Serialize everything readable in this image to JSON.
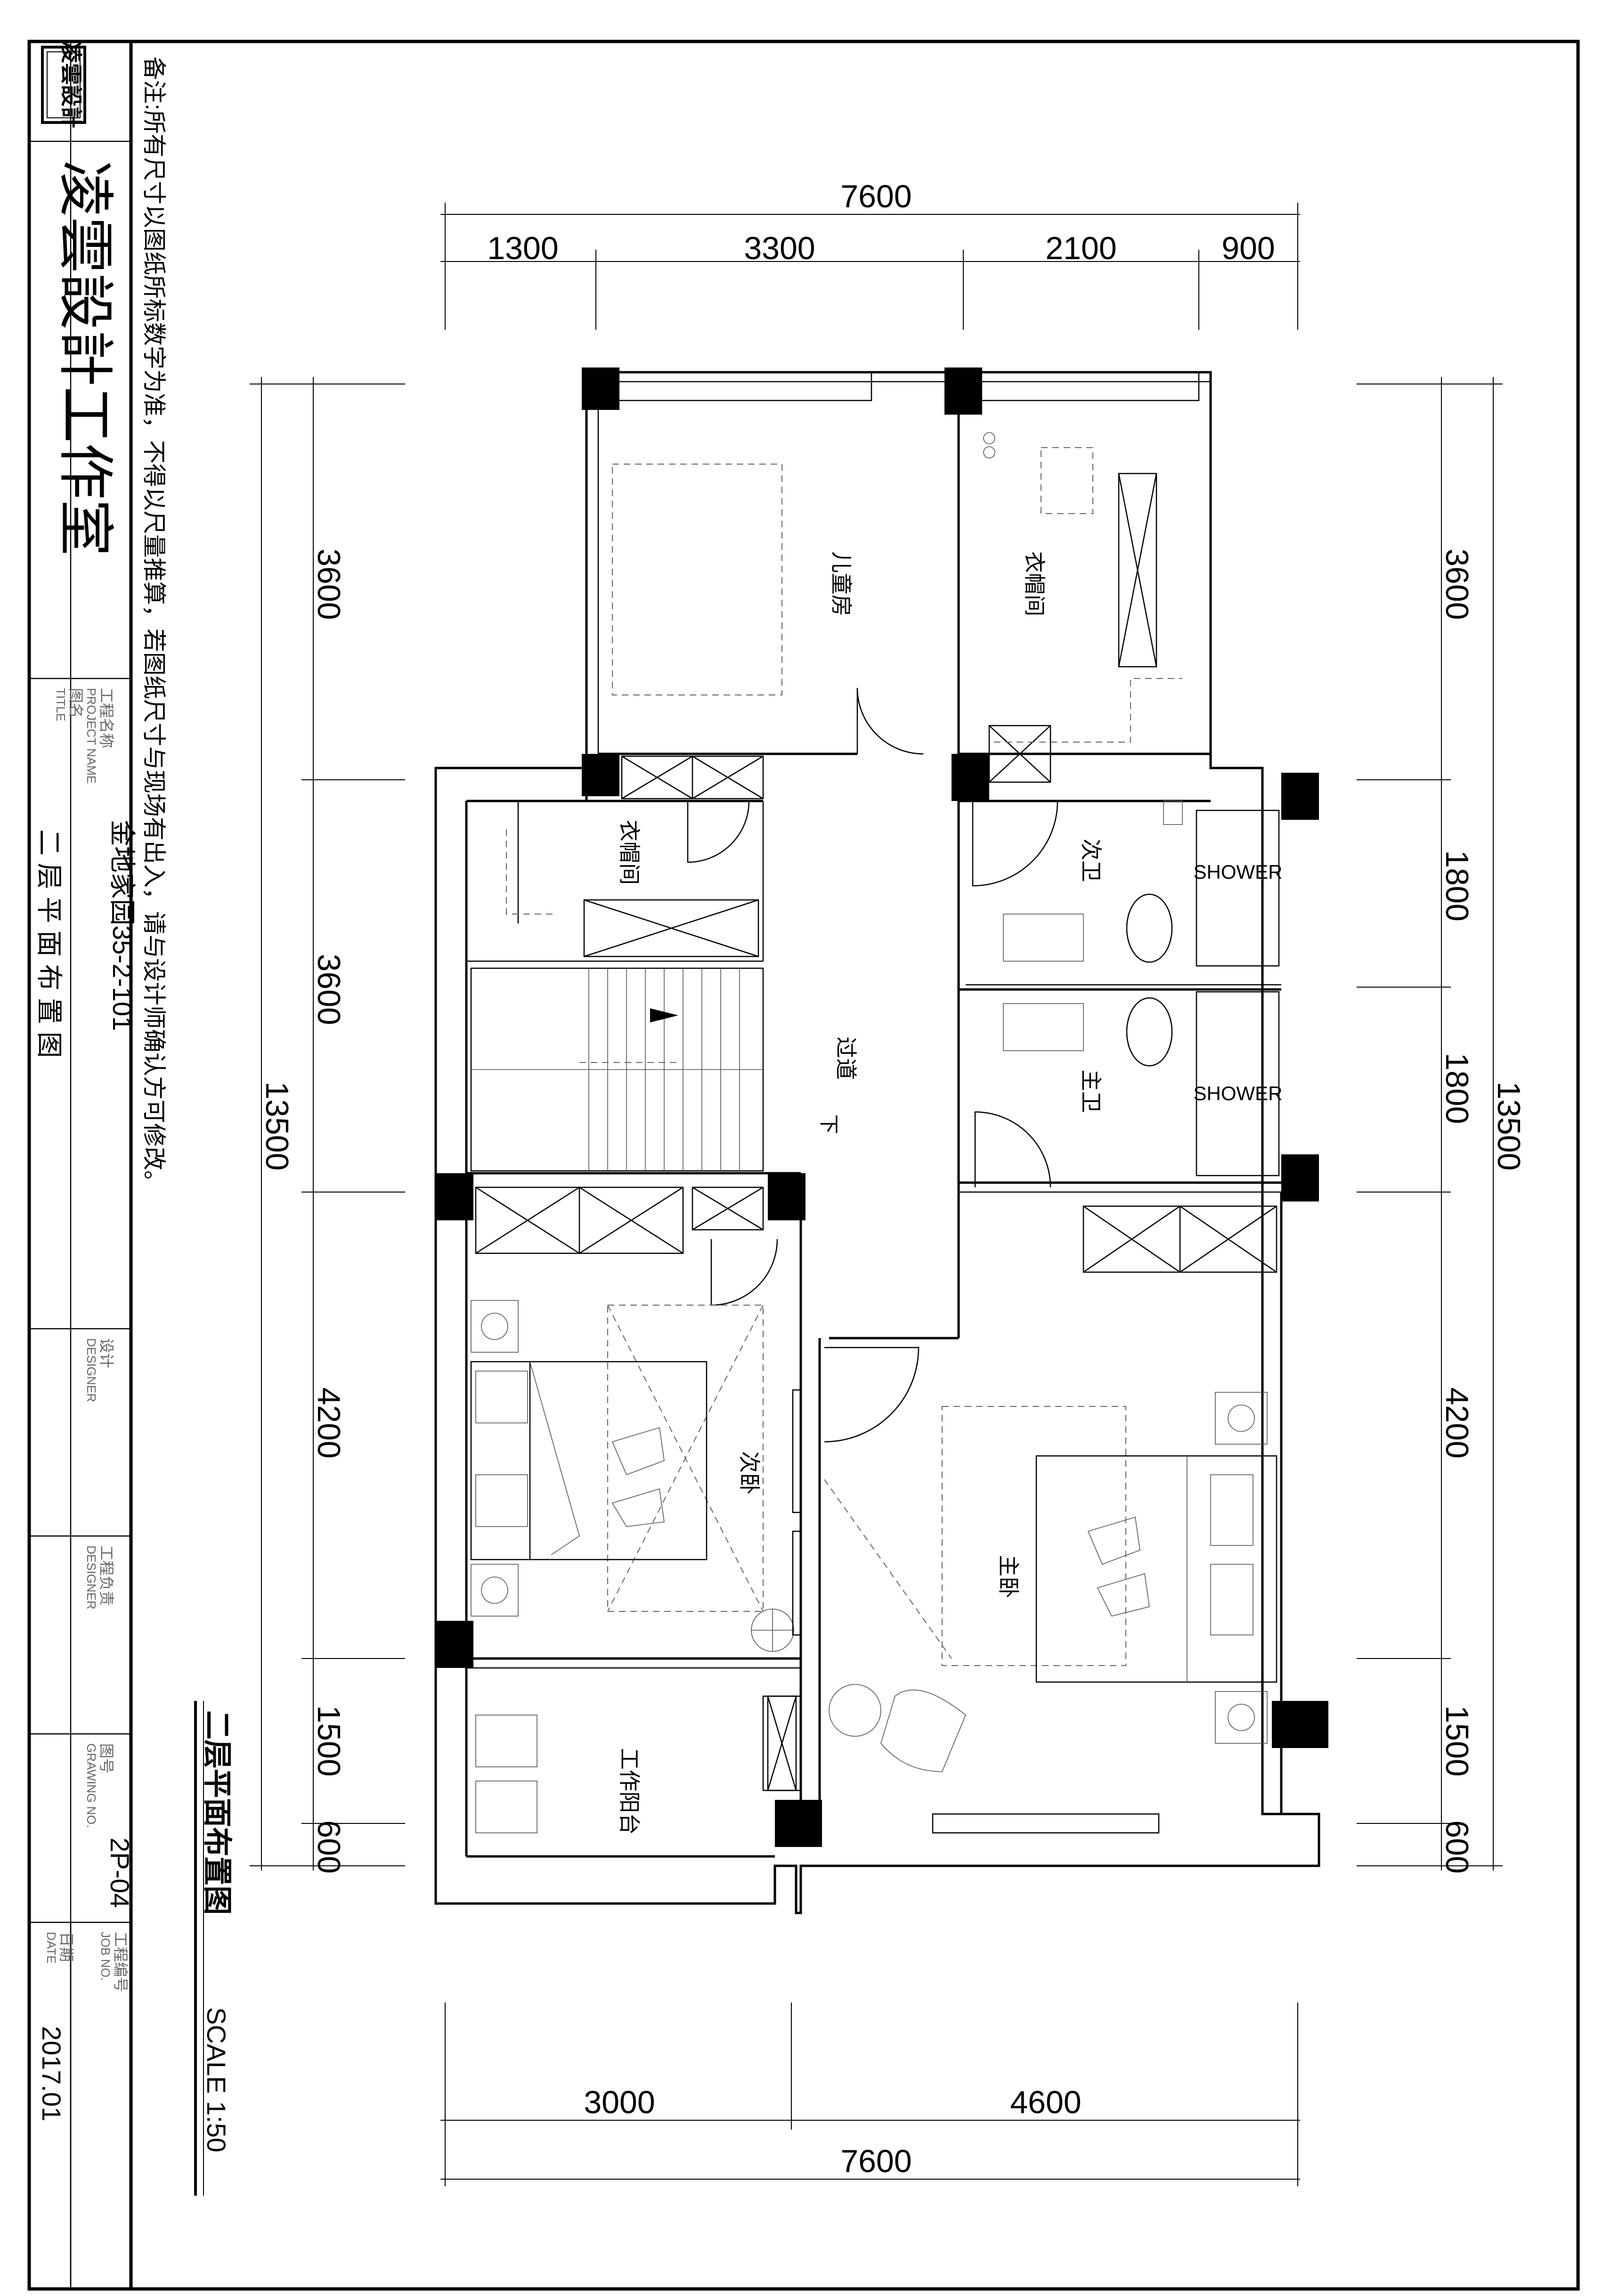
{
  "title_block": {
    "seal_text": "凌雲設計",
    "studio_name": "凌雲設計工作室",
    "project_label_cn": "工程名称",
    "project_label_en": "PROJECT NAME",
    "project_name": "金地家园35-2-101",
    "drawing_title_label_cn": "图名",
    "drawing_title_label_en": "TITLE",
    "drawing_title": "二 层 平 面 布 置 图",
    "designer_label_cn": "设计",
    "designer_label_en": "DESIGNER",
    "manager_label_cn": "工程负责",
    "manager_label_en": "DESIGNER",
    "drawing_no_label_cn": "图号",
    "drawing_no_label_en": "GRAWING NO.",
    "drawing_no": "2P-04",
    "job_no_label_cn": "工程编号",
    "job_no_label_en": "JOB NO.",
    "date_label_cn": "日期",
    "date_label_en": "DATE",
    "date": "2017.01"
  },
  "note": "备注:所有尺寸以图纸所标数字为准，不得以尺量推算，若图纸尺寸与现场有出入，请与设计师确认方可修改。",
  "caption": {
    "title": "二层平面布置图",
    "scale": "SCALE 1:50"
  },
  "dimensions": {
    "top_total": "7600",
    "top_segments": [
      "1300",
      "3300",
      "2100",
      "900"
    ],
    "bottom_segments": [
      "3000",
      "4600"
    ],
    "bottom_total": "7600",
    "left_segments": [
      "3600",
      "3600",
      "4200",
      "1500",
      "600"
    ],
    "left_total": "13500",
    "right_segments": [
      "3600",
      "1800",
      "1800",
      "4200",
      "1500",
      "600"
    ],
    "right_total": "13500"
  },
  "rooms": {
    "kids_room": "儿童房",
    "closet_top": "衣帽间",
    "closet_left": "衣帽间",
    "second_bath": "次卫",
    "master_bath": "主卫",
    "corridor": "过道",
    "stair_down": "下",
    "second_bedroom": "次卧",
    "master_bedroom": "主卧",
    "work_balcony": "工作阳台",
    "shower_1": "SHOWER",
    "shower_2": "SHOWER"
  }
}
